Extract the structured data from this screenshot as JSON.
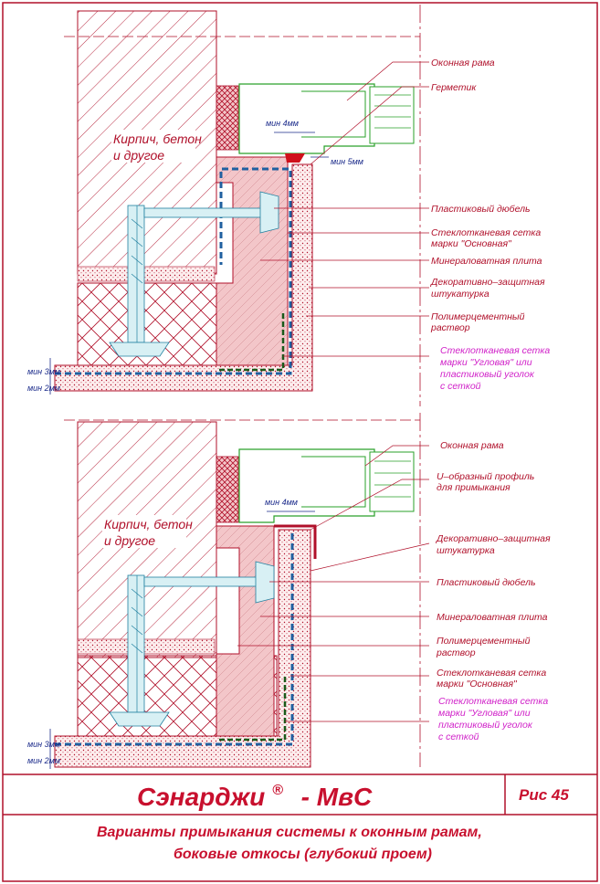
{
  "top_detail": {
    "wall_label": [
      "Кирпич, бетон",
      "и другое"
    ],
    "dim_4mm": "мин 4мм",
    "dim_5mm": "мин 5мм",
    "dim_3mm": "мин 3мм",
    "dim_2mm": "мин 2мм",
    "labels": [
      "Оконная рама",
      "Герметик",
      "Пластиковый дюбель",
      "Стеклотканевая сетка",
      "марки \"Основная\"",
      "Минераловатная плита",
      "Декоративно–защитная",
      "штукатурка",
      "Полимерцементный",
      "раствор"
    ],
    "labels_magenta": [
      "Стеклотканевая сетка",
      "марки \"Угловая\" или",
      "пластиковый уголок",
      "с сеткой"
    ]
  },
  "bottom_detail": {
    "wall_label": [
      "Кирпич, бетон",
      "и другое"
    ],
    "dim_4mm": "мин 4мм",
    "dim_3mm": "мин 3мм",
    "dim_2mm": "мин 2мм",
    "labels": [
      "Оконная рама",
      "U–образный профиль",
      "для примыкания",
      "Декоративно–защитная",
      "штукатурка",
      "Пластиковый дюбель",
      "Минераловатная плита",
      "Полимерцементный",
      "раствор",
      "Стеклотканевая сетка",
      "марки \"Основная\""
    ],
    "labels_magenta": [
      "Стеклотканевая сетка",
      "марки \"Угловая\" или",
      "пластиковый уголок",
      "с сеткой"
    ]
  },
  "title_block": {
    "brand": "Сэнарджи",
    "reg": "®",
    "model": "- МвС",
    "figure": "Рис 45",
    "subtitle_1": "Варианты примыкания системы к оконным рамам,",
    "subtitle_2": "боковые откосы (глубокий проем)"
  },
  "colors": {
    "line": "#b0102a",
    "mesh": "#2060a0",
    "frame": "#2aa02a",
    "magenta": "#d01fc8",
    "plaster": "#fbe6e6",
    "insulation": "#f3c6c9"
  }
}
